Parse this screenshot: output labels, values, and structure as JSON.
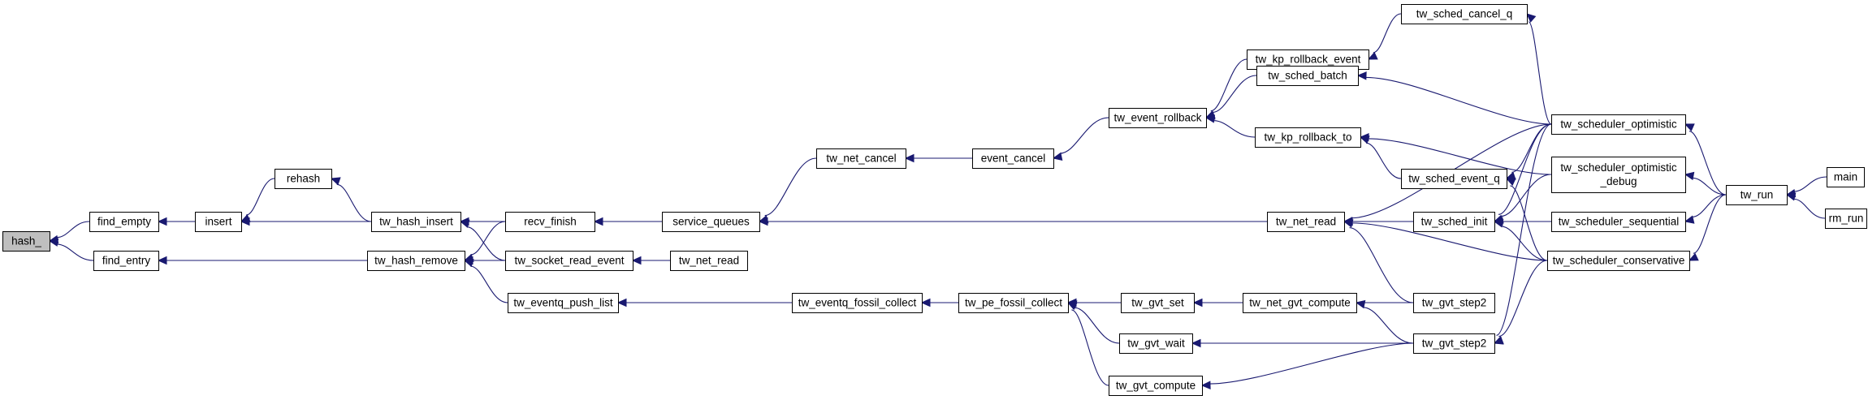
{
  "graph": {
    "nodes": [
      {
        "id": "hash_",
        "lines": [
          "hash_"
        ],
        "root": true
      },
      {
        "id": "find_empty",
        "lines": [
          "find_empty"
        ]
      },
      {
        "id": "find_entry",
        "lines": [
          "find_entry"
        ]
      },
      {
        "id": "insert",
        "lines": [
          "insert"
        ]
      },
      {
        "id": "rehash",
        "lines": [
          "rehash"
        ]
      },
      {
        "id": "tw_hash_insert",
        "lines": [
          "tw_hash_insert"
        ]
      },
      {
        "id": "tw_hash_remove",
        "lines": [
          "tw_hash_remove"
        ]
      },
      {
        "id": "recv_finish",
        "lines": [
          "recv_finish"
        ]
      },
      {
        "id": "tw_socket_read_event",
        "lines": [
          "tw_socket_read_event"
        ]
      },
      {
        "id": "tw_eventq_push_list",
        "lines": [
          "tw_eventq_push_list"
        ]
      },
      {
        "id": "tw_net_read_b",
        "lines": [
          "tw_net_read"
        ]
      },
      {
        "id": "service_queues",
        "lines": [
          "service_queues"
        ]
      },
      {
        "id": "tw_net_cancel",
        "lines": [
          "tw_net_cancel"
        ]
      },
      {
        "id": "event_cancel",
        "lines": [
          "event_cancel"
        ]
      },
      {
        "id": "tw_event_rollback",
        "lines": [
          "tw_event_rollback"
        ]
      },
      {
        "id": "tw_kp_rollback_event",
        "lines": [
          "tw_kp_rollback_event"
        ]
      },
      {
        "id": "tw_sched_batch",
        "lines": [
          "tw_sched_batch"
        ]
      },
      {
        "id": "tw_kp_rollback_to",
        "lines": [
          "tw_kp_rollback_to"
        ]
      },
      {
        "id": "tw_sched_cancel_q",
        "lines": [
          "tw_sched_cancel_q"
        ]
      },
      {
        "id": "tw_net_read_a",
        "lines": [
          "tw_net_read"
        ]
      },
      {
        "id": "tw_sched_event_q",
        "lines": [
          "tw_sched_event_q"
        ]
      },
      {
        "id": "tw_sched_init",
        "lines": [
          "tw_sched_init"
        ]
      },
      {
        "id": "tw_eventq_fossil_collect",
        "lines": [
          "tw_eventq_fossil_collect"
        ]
      },
      {
        "id": "tw_pe_fossil_collect",
        "lines": [
          "tw_pe_fossil_collect"
        ]
      },
      {
        "id": "tw_gvt_set",
        "lines": [
          "tw_gvt_set"
        ]
      },
      {
        "id": "tw_gvt_wait",
        "lines": [
          "tw_gvt_wait"
        ]
      },
      {
        "id": "tw_gvt_compute",
        "lines": [
          "tw_gvt_compute"
        ]
      },
      {
        "id": "tw_net_gvt_compute",
        "lines": [
          "tw_net_gvt_compute"
        ]
      },
      {
        "id": "tw_gvt_step2_a",
        "lines": [
          "tw_gvt_step2"
        ]
      },
      {
        "id": "tw_gvt_step2_b",
        "lines": [
          "tw_gvt_step2"
        ]
      },
      {
        "id": "tw_scheduler_optimistic",
        "lines": [
          "tw_scheduler_optimistic"
        ]
      },
      {
        "id": "tw_scheduler_optimistic_debug",
        "lines": [
          "tw_scheduler_optimistic",
          "_debug"
        ]
      },
      {
        "id": "tw_scheduler_sequential",
        "lines": [
          "tw_scheduler_sequential"
        ]
      },
      {
        "id": "tw_scheduler_conservative",
        "lines": [
          "tw_scheduler_conservative"
        ]
      },
      {
        "id": "tw_run",
        "lines": [
          "tw_run"
        ]
      },
      {
        "id": "main",
        "lines": [
          "main"
        ]
      },
      {
        "id": "rm_run",
        "lines": [
          "rm_run"
        ]
      }
    ],
    "edges": [
      {
        "from": "find_empty",
        "to": "hash_"
      },
      {
        "from": "find_entry",
        "to": "hash_"
      },
      {
        "from": "insert",
        "to": "find_empty"
      },
      {
        "from": "tw_hash_remove",
        "to": "find_entry"
      },
      {
        "from": "rehash",
        "to": "insert"
      },
      {
        "from": "tw_hash_insert",
        "to": "insert"
      },
      {
        "from": "tw_hash_insert",
        "to": "rehash"
      },
      {
        "from": "recv_finish",
        "to": "tw_hash_insert"
      },
      {
        "from": "tw_socket_read_event",
        "to": "tw_hash_insert"
      },
      {
        "from": "recv_finish",
        "to": "tw_hash_remove"
      },
      {
        "from": "tw_socket_read_event",
        "to": "tw_hash_remove"
      },
      {
        "from": "tw_eventq_push_list",
        "to": "tw_hash_remove"
      },
      {
        "from": "service_queues",
        "to": "recv_finish"
      },
      {
        "from": "tw_net_read_b",
        "to": "tw_socket_read_event"
      },
      {
        "from": "tw_eventq_fossil_collect",
        "to": "tw_eventq_push_list"
      },
      {
        "from": "tw_net_cancel",
        "to": "service_queues"
      },
      {
        "from": "tw_net_read_a",
        "to": "service_queues"
      },
      {
        "from": "event_cancel",
        "to": "tw_net_cancel"
      },
      {
        "from": "tw_event_rollback",
        "to": "event_cancel"
      },
      {
        "from": "tw_kp_rollback_event",
        "to": "tw_event_rollback"
      },
      {
        "from": "tw_sched_batch",
        "to": "tw_event_rollback"
      },
      {
        "from": "tw_kp_rollback_to",
        "to": "tw_event_rollback"
      },
      {
        "from": "tw_sched_cancel_q",
        "to": "tw_kp_rollback_event"
      },
      {
        "from": "tw_scheduler_optimistic",
        "to": "tw_sched_cancel_q"
      },
      {
        "from": "tw_scheduler_optimistic",
        "to": "tw_sched_batch"
      },
      {
        "from": "tw_scheduler_optimistic_debug",
        "to": "tw_kp_rollback_to"
      },
      {
        "from": "tw_sched_event_q",
        "to": "tw_kp_rollback_to"
      },
      {
        "from": "tw_scheduler_optimistic",
        "to": "tw_net_read_a"
      },
      {
        "from": "tw_sched_init",
        "to": "tw_net_read_a"
      },
      {
        "from": "tw_scheduler_conservative",
        "to": "tw_net_read_a"
      },
      {
        "from": "tw_gvt_step2_a",
        "to": "tw_net_read_a"
      },
      {
        "from": "tw_scheduler_optimistic",
        "to": "tw_sched_event_q"
      },
      {
        "from": "tw_scheduler_conservative",
        "to": "tw_sched_event_q"
      },
      {
        "from": "tw_scheduler_optimistic",
        "to": "tw_sched_init"
      },
      {
        "from": "tw_scheduler_optimistic_debug",
        "to": "tw_sched_init"
      },
      {
        "from": "tw_scheduler_sequential",
        "to": "tw_sched_init"
      },
      {
        "from": "tw_scheduler_conservative",
        "to": "tw_sched_init"
      },
      {
        "from": "tw_pe_fossil_collect",
        "to": "tw_eventq_fossil_collect"
      },
      {
        "from": "tw_gvt_set",
        "to": "tw_pe_fossil_collect"
      },
      {
        "from": "tw_gvt_wait",
        "to": "tw_pe_fossil_collect"
      },
      {
        "from": "tw_gvt_compute",
        "to": "tw_pe_fossil_collect"
      },
      {
        "from": "tw_gvt_step2_a",
        "to": "tw_pe_fossil_collect"
      },
      {
        "from": "tw_net_gvt_compute",
        "to": "tw_gvt_set"
      },
      {
        "from": "tw_gvt_step2_b",
        "to": "tw_net_gvt_compute"
      },
      {
        "from": "tw_gvt_step2_b",
        "to": "tw_gvt_wait"
      },
      {
        "from": "tw_gvt_step2_b",
        "to": "tw_gvt_compute"
      },
      {
        "from": "tw_scheduler_optimistic",
        "to": "tw_gvt_step2_b"
      },
      {
        "from": "tw_scheduler_conservative",
        "to": "tw_gvt_step2_b"
      },
      {
        "from": "tw_run",
        "to": "tw_scheduler_optimistic"
      },
      {
        "from": "tw_run",
        "to": "tw_scheduler_optimistic_debug"
      },
      {
        "from": "tw_run",
        "to": "tw_scheduler_sequential"
      },
      {
        "from": "tw_run",
        "to": "tw_scheduler_conservative"
      },
      {
        "from": "main",
        "to": "tw_run"
      },
      {
        "from": "rm_run",
        "to": "tw_run"
      }
    ]
  }
}
